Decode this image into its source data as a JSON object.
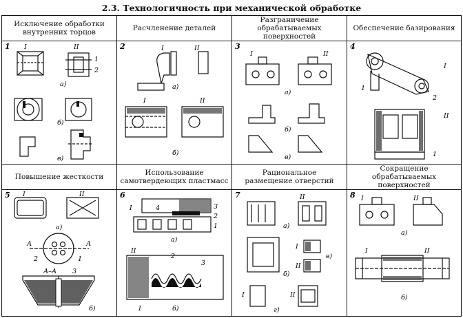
{
  "title": "2.3. Технологичность при механической обработке",
  "rows": [
    {
      "cells": [
        {
          "num": "1",
          "header": [
            "Исключение обработки",
            "внутренних торцов"
          ],
          "labels": [
            "а)",
            "б)",
            "в)"
          ],
          "marks": [
            "I",
            "II",
            "1",
            "2"
          ]
        },
        {
          "num": "2",
          "header": [
            "Расчленение деталей"
          ],
          "labels": [
            "а)",
            "б)"
          ],
          "marks": [
            "I",
            "II"
          ]
        },
        {
          "num": "3",
          "header": [
            "Разграничение",
            "обрабатываемых поверхностей"
          ],
          "labels": [
            "а)",
            "б)",
            "в)"
          ],
          "marks": [
            "I",
            "II"
          ]
        },
        {
          "num": "4",
          "header": [
            "Обеспечение базирования"
          ],
          "labels": [],
          "marks": [
            "I",
            "II",
            "1",
            "2"
          ]
        }
      ]
    },
    {
      "cells": [
        {
          "num": "5",
          "header": [
            "Повышение жесткости"
          ],
          "labels": [
            "а)",
            "б)"
          ],
          "marks": [
            "I",
            "II",
            "1",
            "2",
            "3",
            "А",
            "А–А"
          ]
        },
        {
          "num": "6",
          "header": [
            "Использование",
            "самотвердеющих пластмасс"
          ],
          "labels": [
            "а)",
            "б)"
          ],
          "marks": [
            "I",
            "II",
            "1",
            "2",
            "3",
            "4"
          ]
        },
        {
          "num": "7",
          "header": [
            "Рациональное",
            "размещение отверстий"
          ],
          "labels": [
            "а)",
            "б)",
            "в)",
            "г)"
          ],
          "marks": [
            "I",
            "II"
          ]
        },
        {
          "num": "8",
          "header": [
            "Сокращение",
            "обрабатываемых поверхностей"
          ],
          "labels": [
            "а)",
            "б)"
          ],
          "marks": [
            "I",
            "II"
          ]
        }
      ]
    }
  ]
}
